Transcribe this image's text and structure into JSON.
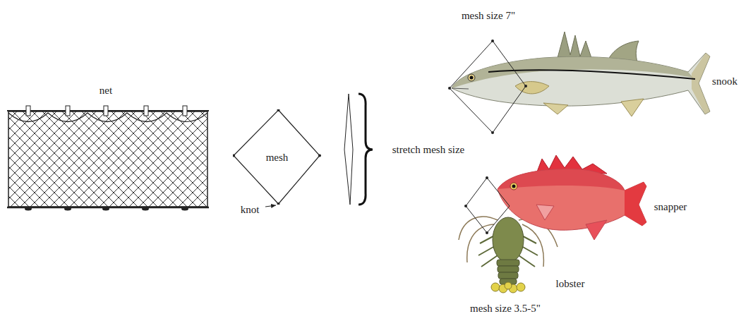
{
  "diagram": {
    "nodes": [
      {
        "text": [
          "mesh"
        ]
      }
    ],
    "labels": [
      "net",
      "knot",
      "stretch mesh size",
      "mesh size 7\"",
      "snook",
      "snapper",
      "lobster",
      "mesh size 3.5-5\""
    ]
  }
}
